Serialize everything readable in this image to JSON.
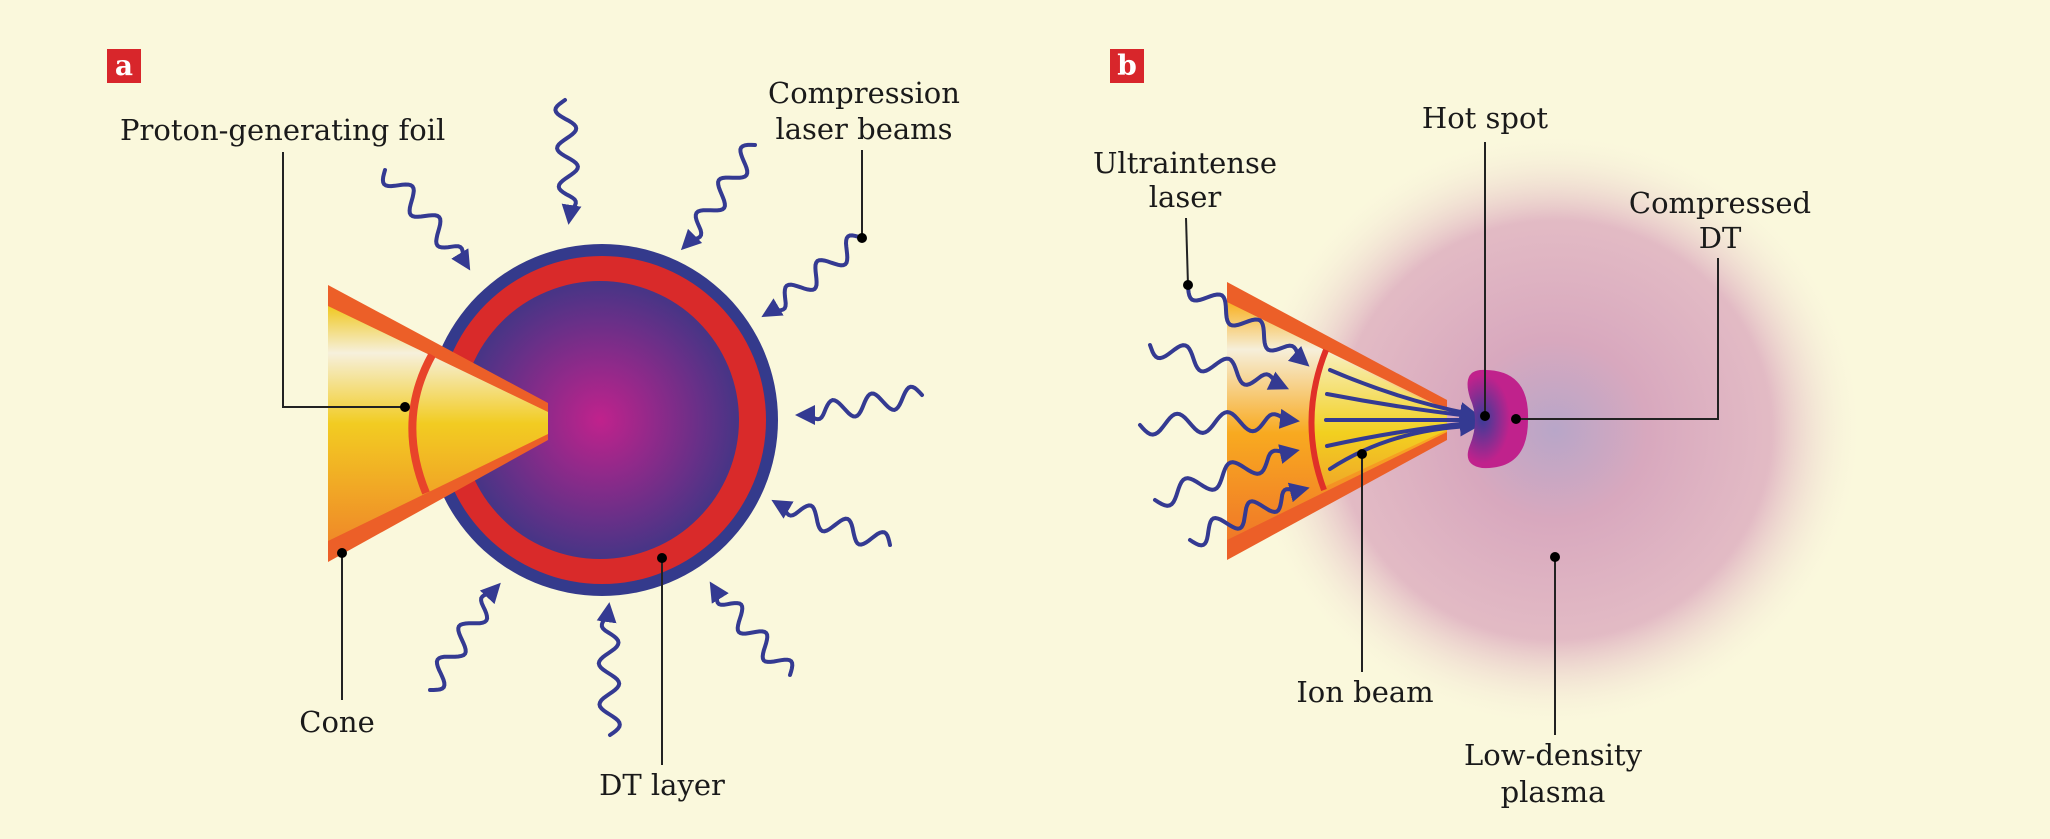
{
  "panel_a": {
    "tag": "a",
    "labels": {
      "foil": "Proton-generating foil",
      "beams_line1": "Compression",
      "beams_line2": "laser beams",
      "cone": "Cone",
      "dt_layer": "DT layer"
    }
  },
  "panel_b": {
    "tag": "b",
    "labels": {
      "laser_line1": "Ultraintense",
      "laser_line2": "laser",
      "hot_spot": "Hot spot",
      "dt_line1": "Compressed",
      "dt_line2": "DT",
      "ion_beam": "Ion beam",
      "plasma_line1": "Low-density",
      "plasma_line2": "plasma"
    }
  },
  "colors": {
    "background": "#faf8dc",
    "tag": "#d8262b",
    "laser": "#343a92",
    "shell": "#d92a2a",
    "cone": "#ec5f28"
  }
}
